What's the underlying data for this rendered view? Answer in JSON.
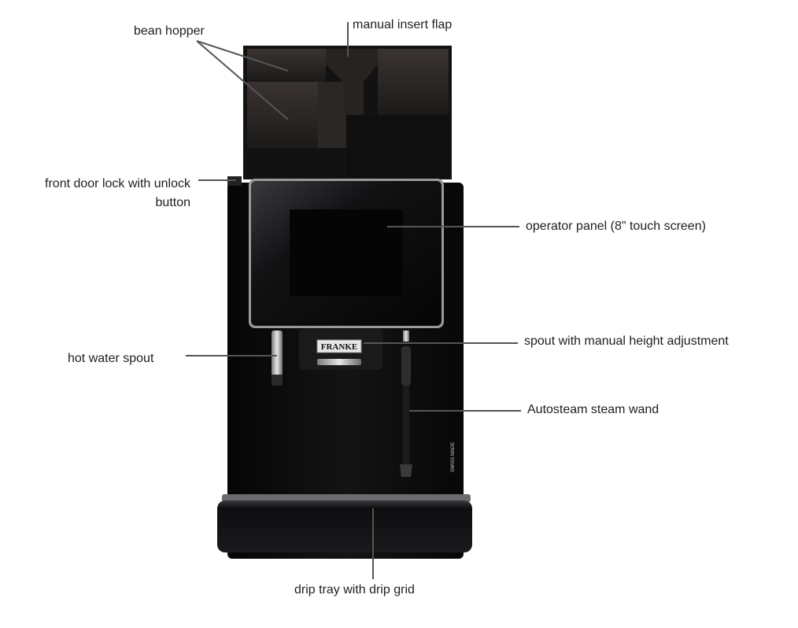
{
  "labels": {
    "bean_hopper": "bean hopper",
    "manual_insert_flap": "manual insert flap",
    "front_door_lock_line1": "front door lock with unlock",
    "front_door_lock_line2": "button",
    "operator_panel": "operator panel (8\" touch screen)",
    "hot_water_spout": "hot water spout",
    "spout_height": "spout with manual height adjustment",
    "autosteam": "Autosteam steam wand",
    "drip_tray": "drip tray with drip grid"
  },
  "machine": {
    "brand": "FRANKE",
    "badge": "SWISS MADE"
  },
  "colors": {
    "body": "#0c0c0e",
    "hopper": "#2b2724",
    "chrome": "#c9c9c9",
    "leader": "#555555"
  }
}
